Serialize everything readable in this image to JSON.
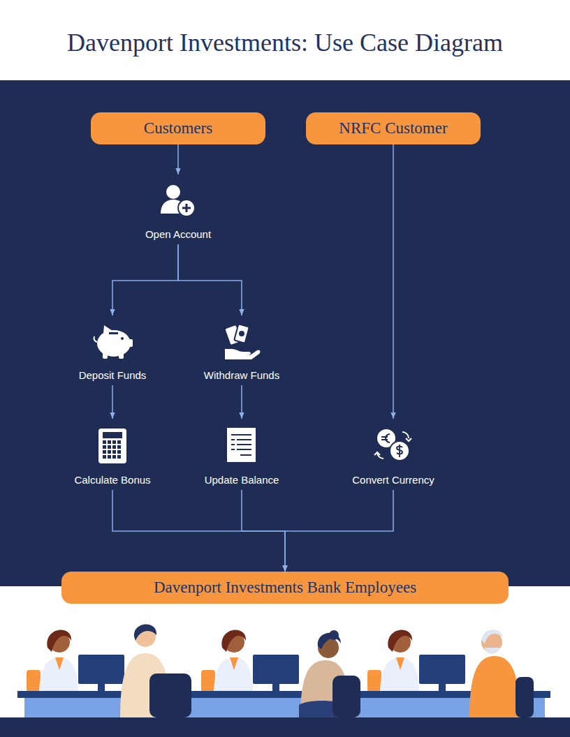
{
  "diagram": {
    "title": "Davenport Investments: Use Case Diagram",
    "nodes": [
      {
        "text": [
          "Customers"
        ]
      },
      {
        "text": [
          "NRFC Customer"
        ]
      },
      {
        "text": [
          "Open Account"
        ]
      },
      {
        "text": [
          "Deposit Funds"
        ]
      },
      {
        "text": [
          "Withdraw Funds"
        ]
      },
      {
        "text": [
          "Calculate Bonus"
        ]
      },
      {
        "text": [
          "Update Balance"
        ]
      },
      {
        "text": [
          "Convert Currency"
        ]
      },
      {
        "text": [
          "Davenport Investments Bank Employees"
        ]
      }
    ],
    "edges": [
      {
        "from": 0,
        "to": 2,
        "arrow": "to"
      },
      {
        "from": 2,
        "to": 3,
        "arrow": "to"
      },
      {
        "from": 2,
        "to": 4,
        "arrow": "to"
      },
      {
        "from": 3,
        "to": 5,
        "arrow": "to"
      },
      {
        "from": 4,
        "to": 6,
        "arrow": "to"
      },
      {
        "from": 1,
        "to": 7,
        "arrow": "to"
      },
      {
        "from": 5,
        "to": 8,
        "arrow": "to"
      },
      {
        "from": 6,
        "to": 8,
        "arrow": "to"
      },
      {
        "from": 7,
        "to": 8,
        "arrow": "to"
      }
    ]
  }
}
